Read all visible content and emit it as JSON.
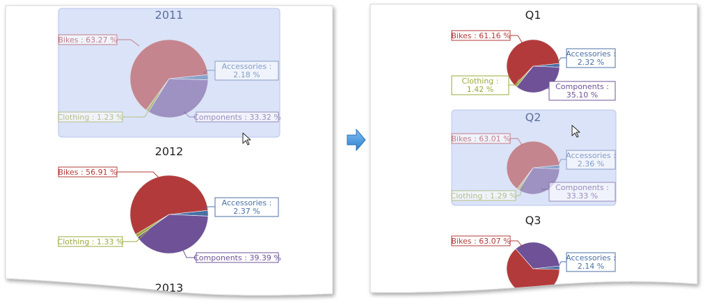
{
  "colors": {
    "bikes": "#b33a3a",
    "clothing": "#9aa838",
    "components": "#6e5197",
    "accessories": "#4a6fa5",
    "highlight_fill": "#dbe3f8",
    "highlight_border": "#b7c6ec",
    "arrow": "#3a8fd9"
  },
  "icons": {
    "arrow": "right-arrow-icon",
    "cursor": "mouse-pointer-icon"
  },
  "chart_data": [
    {
      "type": "pie",
      "panel": "left",
      "title": "2011",
      "highlighted": true,
      "slices": [
        {
          "name": "Bikes",
          "value": 63.27,
          "label": "Bikes : 63.27 %"
        },
        {
          "name": "Accessories",
          "value": 2.18,
          "label_lines": [
            "Accessories :",
            "2.18 %"
          ]
        },
        {
          "name": "Components",
          "value": 33.32,
          "label": "Components : 33.32 %"
        },
        {
          "name": "Clothing",
          "value": 1.23,
          "label": "Clothing : 1.23 %"
        }
      ]
    },
    {
      "type": "pie",
      "panel": "left",
      "title": "2012",
      "highlighted": false,
      "slices": [
        {
          "name": "Bikes",
          "value": 56.91,
          "label": "Bikes : 56.91 %"
        },
        {
          "name": "Accessories",
          "value": 2.37,
          "label_lines": [
            "Accessories :",
            "2.37 %"
          ]
        },
        {
          "name": "Components",
          "value": 39.39,
          "label": "Components : 39.39 %"
        },
        {
          "name": "Clothing",
          "value": 1.33,
          "label": "Clothing : 1.33 %"
        }
      ]
    },
    {
      "type": "pie",
      "panel": "left",
      "title": "2013",
      "highlighted": false,
      "slices": []
    },
    {
      "type": "pie",
      "panel": "right",
      "title": "Q1",
      "highlighted": false,
      "slices": [
        {
          "name": "Bikes",
          "value": 61.16,
          "label": "Bikes : 61.16 %"
        },
        {
          "name": "Accessories",
          "value": 2.32,
          "label_lines": [
            "Accessories :",
            "2.32 %"
          ]
        },
        {
          "name": "Components",
          "value": 35.1,
          "label_lines": [
            "Components :",
            "35.10 %"
          ]
        },
        {
          "name": "Clothing",
          "value": 1.42,
          "label_lines": [
            "Clothing :",
            "1.42 %"
          ]
        }
      ]
    },
    {
      "type": "pie",
      "panel": "right",
      "title": "Q2",
      "highlighted": true,
      "slices": [
        {
          "name": "Bikes",
          "value": 63.01,
          "label": "Bikes : 63.01 %"
        },
        {
          "name": "Accessories",
          "value": 2.36,
          "label_lines": [
            "Accessories :",
            "2.36 %"
          ]
        },
        {
          "name": "Components",
          "value": 33.33,
          "label_lines": [
            "Components :",
            "33.33 %"
          ]
        },
        {
          "name": "Clothing",
          "value": 1.29,
          "label": "Clothing : 1.29 %"
        }
      ]
    },
    {
      "type": "pie",
      "panel": "right",
      "title": "Q3",
      "highlighted": false,
      "slices": [
        {
          "name": "Bikes",
          "value": 63.07,
          "label": "Bikes : 63.07 %"
        },
        {
          "name": "Accessories",
          "value": 2.14,
          "label_lines": [
            "Accessories :",
            "2.14 %"
          ]
        }
      ]
    }
  ]
}
